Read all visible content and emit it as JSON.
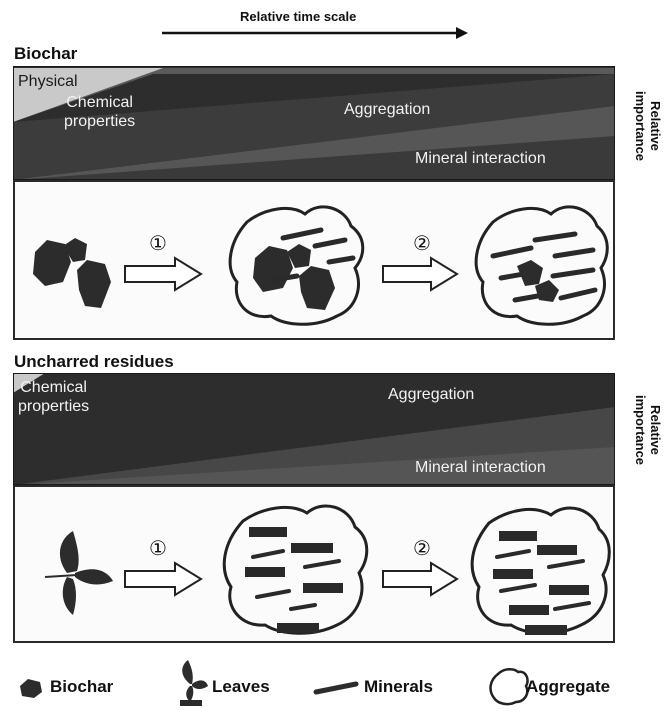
{
  "time_axis": {
    "label": "Relative time scale"
  },
  "side_label": "Relative\nimportance",
  "panels": {
    "biochar": {
      "title": "Biochar",
      "bands": {
        "physical": "Physical",
        "chemical": "Chemical\nproperties",
        "aggregation": "Aggregation",
        "mineral": "Mineral interaction"
      },
      "steps": [
        "①",
        "②"
      ]
    },
    "uncharred": {
      "title": "Uncharred residues",
      "bands": {
        "chemical": "Chemical\nproperties",
        "aggregation": "Aggregation",
        "mineral": "Mineral interaction"
      },
      "steps": [
        "①",
        "②"
      ]
    }
  },
  "legend": [
    {
      "icon": "biochar-icon",
      "label": "Biochar"
    },
    {
      "icon": "leaves-icon",
      "label": "Leaves"
    },
    {
      "icon": "minerals-icon",
      "label": "Minerals"
    },
    {
      "icon": "aggregate-icon",
      "label": "Aggregate"
    }
  ],
  "colors": {
    "band_dark": "#2c2c2c",
    "band_mid": "#4a4a4a",
    "band_light": "#8a8a8a",
    "physical": "#c9c9c9"
  }
}
